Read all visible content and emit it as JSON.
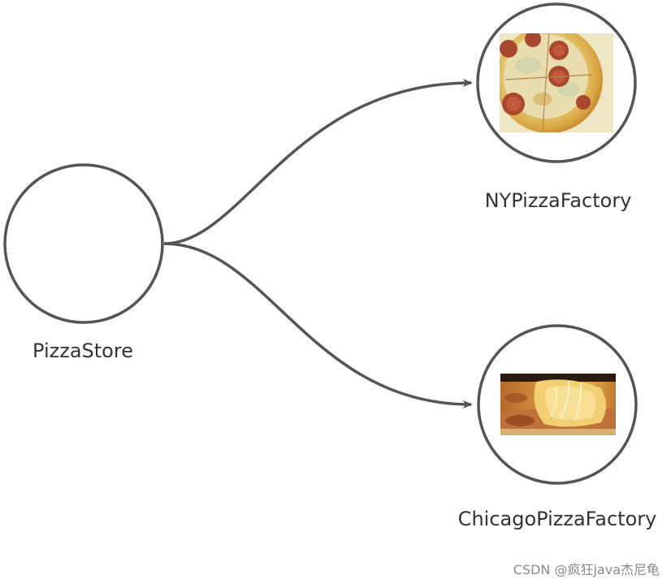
{
  "nodes": {
    "pizza_store": {
      "label": "PizzaStore"
    },
    "ny_factory": {
      "label": "NYPizzaFactory",
      "image": "ny-style-pepperoni-pizza"
    },
    "chicago_factory": {
      "label": "ChicagoPizzaFactory",
      "image": "chicago-deep-dish-pizza"
    }
  },
  "edges": [
    {
      "from": "PizzaStore",
      "to": "NYPizzaFactory"
    },
    {
      "from": "PizzaStore",
      "to": "ChicagoPizzaFactory"
    }
  ],
  "colors": {
    "stroke": "#555555",
    "label": "#333333",
    "watermark": "#8a8a8a"
  },
  "watermark": "CSDN @疯狂java杰尼龟"
}
